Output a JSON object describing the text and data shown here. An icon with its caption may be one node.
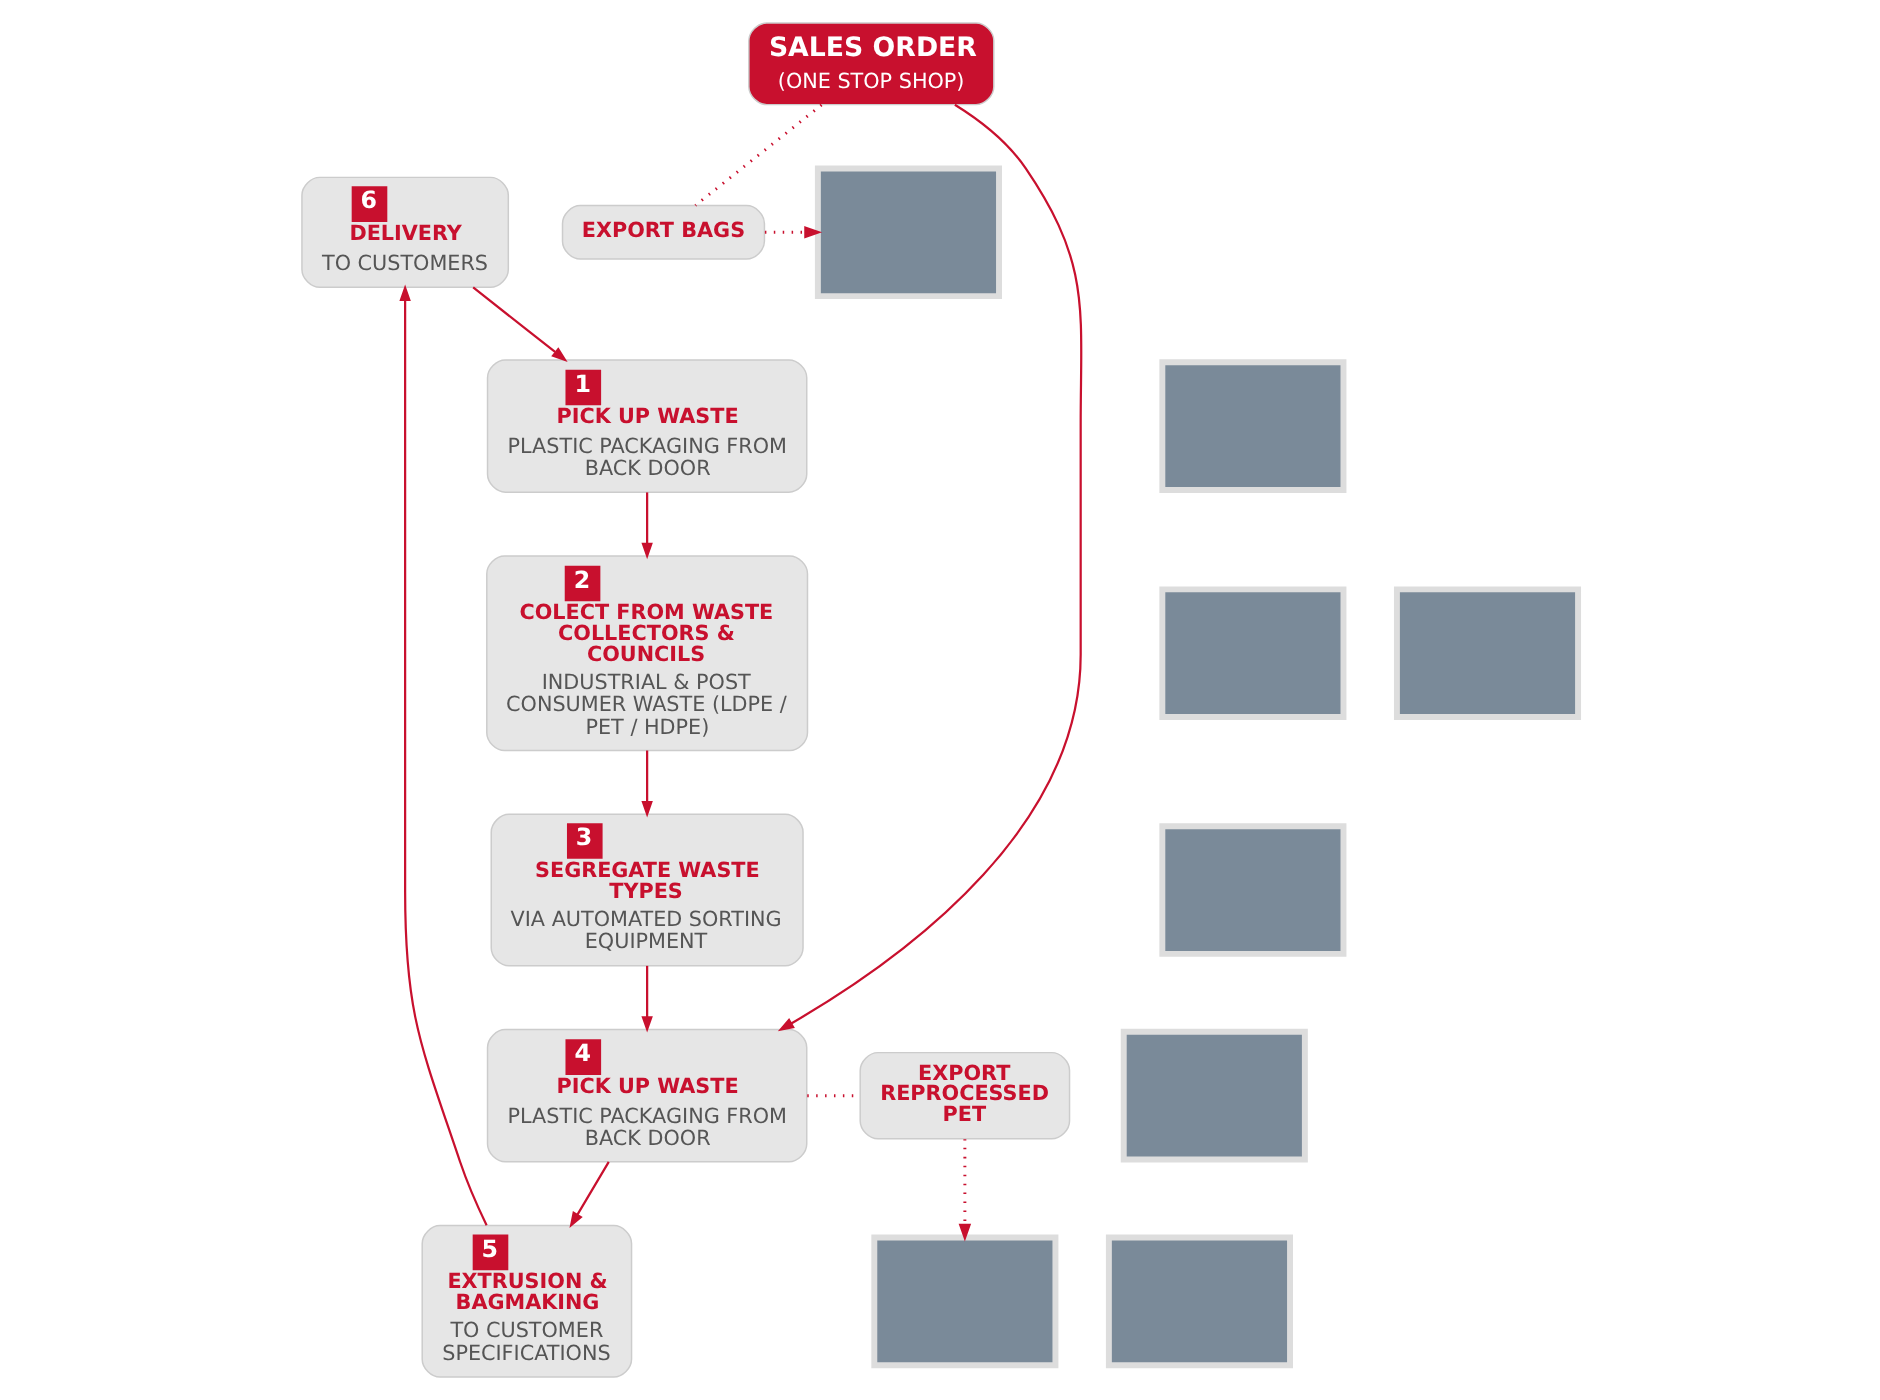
{
  "diagram": {
    "nodes": [
      {
        "text": [],
        "shape": "box"
      },
      {
        "text": [],
        "shape": "box"
      },
      {
        "text": [
          "1",
          "PICK UP WASTE",
          "PLASTIC PACKAGING FROM BACK DOOR"
        ]
      },
      {
        "text": [],
        "shape": "box"
      },
      {
        "text": [
          "6",
          "DELIVERY",
          "TO CUSTOMERS"
        ]
      },
      {
        "text": [
          "2",
          "COLECT FROM WASTE COLLECTORS & COUNCILS",
          "INDUSTRIAL & POST CONSUMER WASTE (LDPE / PET / HDPE)"
        ]
      },
      {
        "text": [
          "EXPORT BAGS"
        ]
      },
      {
        "text": [],
        "shape": "box"
      },
      {
        "text": [
          "SALES ORDER",
          "(ONE STOP SHOP)"
        ]
      },
      {
        "text": [
          "3",
          "SEGREGATE WASTE TYPES",
          "VIA AUTOMATED SORTING EQUIPMENT"
        ]
      },
      {
        "text": [],
        "shape": "box"
      },
      {
        "text": [
          "5",
          "EXTRUSION & BAGMAKING",
          "TO CUSTOMER SPECIFICATIONS"
        ]
      },
      {
        "text": [],
        "shape": "box"
      },
      {
        "text": [
          "4",
          "PICK UP WASTE",
          "PLASTIC PACKAGING FROM BACK DOOR"
        ]
      },
      {
        "text": [
          "EXPORT REPROCESSED PET"
        ]
      },
      {
        "text": [],
        "shape": "box"
      },
      {
        "text": [],
        "shape": "box"
      }
    ],
    "edges": [
      {
        "from": 2,
        "to": 5,
        "arrow": "to"
      },
      {
        "from": 5,
        "to": 9,
        "arrow": "to"
      },
      {
        "from": 9,
        "to": 13,
        "arrow": "to"
      },
      {
        "from": 13,
        "to": 11,
        "arrow": "to"
      },
      {
        "from": 11,
        "to": 4,
        "arrow": "to"
      },
      {
        "from": 4,
        "to": 2,
        "arrow": "to"
      },
      {
        "from": 8,
        "to": 13,
        "arrow": "to"
      },
      {
        "from": 8,
        "to": 6,
        "arrow": "none",
        "style": "dashed"
      },
      {
        "from": 6,
        "to": 0,
        "arrow": "to",
        "style": "dashed"
      },
      {
        "from": 13,
        "to": 14,
        "arrow": "none",
        "style": "dashed"
      },
      {
        "from": 14,
        "to": 16,
        "arrow": "to",
        "style": "dashed"
      }
    ]
  }
}
